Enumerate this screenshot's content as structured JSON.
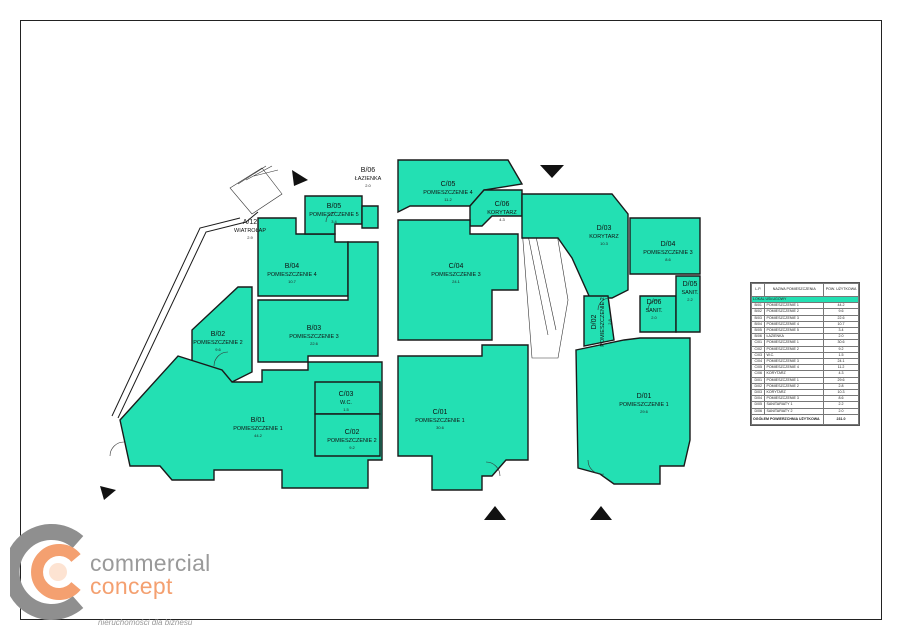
{
  "plan": {
    "rooms": [
      {
        "id": "A/12",
        "name": "WIATROŁAP",
        "area": "2.9"
      },
      {
        "id": "B/06",
        "name": "ŁAZIENKA",
        "area": "2.0"
      },
      {
        "id": "B/05",
        "name": "POMIESZCZENIE 5",
        "area": "3.4"
      },
      {
        "id": "B/04",
        "name": "POMIESZCZENIE 4",
        "area": "10.7"
      },
      {
        "id": "B/03",
        "name": "POMIESZCZENIE 3",
        "area": "22.6"
      },
      {
        "id": "B/02",
        "name": "POMIESZCZENIE 2",
        "area": "9.6"
      },
      {
        "id": "B/01",
        "name": "POMIESZCZENIE 1",
        "area": "44.2"
      },
      {
        "id": "C/05",
        "name": "POMIESZCZENIE 4",
        "area": "11.2"
      },
      {
        "id": "C/06",
        "name": "KORYTARZ",
        "area": "4.3"
      },
      {
        "id": "C/04",
        "name": "POMIESZCZENIE 3",
        "area": "24.1"
      },
      {
        "id": "C/03",
        "name": "W.C.",
        "area": "1.5"
      },
      {
        "id": "C/02",
        "name": "POMIESZCZENIE 2",
        "area": "9.2"
      },
      {
        "id": "C/01",
        "name": "POMIESZCZENIE 1",
        "area": "30.6"
      },
      {
        "id": "D/03",
        "name": "KORYTARZ",
        "area": "10.3"
      },
      {
        "id": "D/04",
        "name": "POMIESZCZENIE 3",
        "area": "8.6"
      },
      {
        "id": "D/05",
        "name": "SANIT.",
        "area": "2.2"
      },
      {
        "id": "D/06",
        "name": "SANIT.",
        "area": "2.0"
      },
      {
        "id": "D/02",
        "name": "POMIESZCZENIE 2",
        "area": "2.8"
      },
      {
        "id": "D/01",
        "name": "POMIESZCZENIE 1",
        "area": "29.6"
      }
    ]
  },
  "legend": {
    "headers": [
      "L.P.",
      "NAZWA POMIESZCZENIA",
      "POW. UŻYTKOWA"
    ],
    "section": "LOKAL USŁUGOWY",
    "rows": [
      [
        "B/01",
        "POMIESZCZENIE 1",
        "44.2"
      ],
      [
        "B/02",
        "POMIESZCZENIE 2",
        "9.6"
      ],
      [
        "B/03",
        "POMIESZCZENIE 3",
        "22.6"
      ],
      [
        "B/04",
        "POMIESZCZENIE 4",
        "10.7"
      ],
      [
        "B/05",
        "POMIESZCZENIE 5",
        "3.4"
      ],
      [
        "B/06",
        "ŁAZIENKA",
        "2.0"
      ],
      [
        "C/01",
        "POMIESZCZENIE 1",
        "30.6"
      ],
      [
        "C/02",
        "POMIESZCZENIE 2",
        "9.2"
      ],
      [
        "C/03",
        "W.C.",
        "1.5"
      ],
      [
        "C/04",
        "POMIESZCZENIE 3",
        "24.1"
      ],
      [
        "C/05",
        "POMIESZCZENIE 4",
        "11.2"
      ],
      [
        "C/06",
        "KORYTARZ",
        "4.3"
      ],
      [
        "D/01",
        "POMIESZCZENIE 1",
        "29.6"
      ],
      [
        "D/02",
        "POMIESZCZENIE 2",
        "2.8"
      ],
      [
        "D/03",
        "KORYTARZ",
        "10.3"
      ],
      [
        "D/04",
        "POMIESZCZENIE 3",
        "8.6"
      ],
      [
        "D/05",
        "SANITARIATY 1",
        "2.2"
      ],
      [
        "D/06",
        "SANITARIATY 2",
        "2.0"
      ]
    ],
    "sum_label": "OGÓŁEM POWIERZCHNIA UŻYTKOWA",
    "sum_value": "231.0"
  },
  "logo": {
    "word1": "commercial",
    "word2": "concept",
    "tagline": "nieruchomości dla biznesu",
    "colors": {
      "grey": "#8f8f8f",
      "orange": "#f4a070",
      "light": "#fde3d2"
    }
  },
  "colors": {
    "room_fill": "#23e0b3",
    "wall": "#1a1a1a"
  }
}
